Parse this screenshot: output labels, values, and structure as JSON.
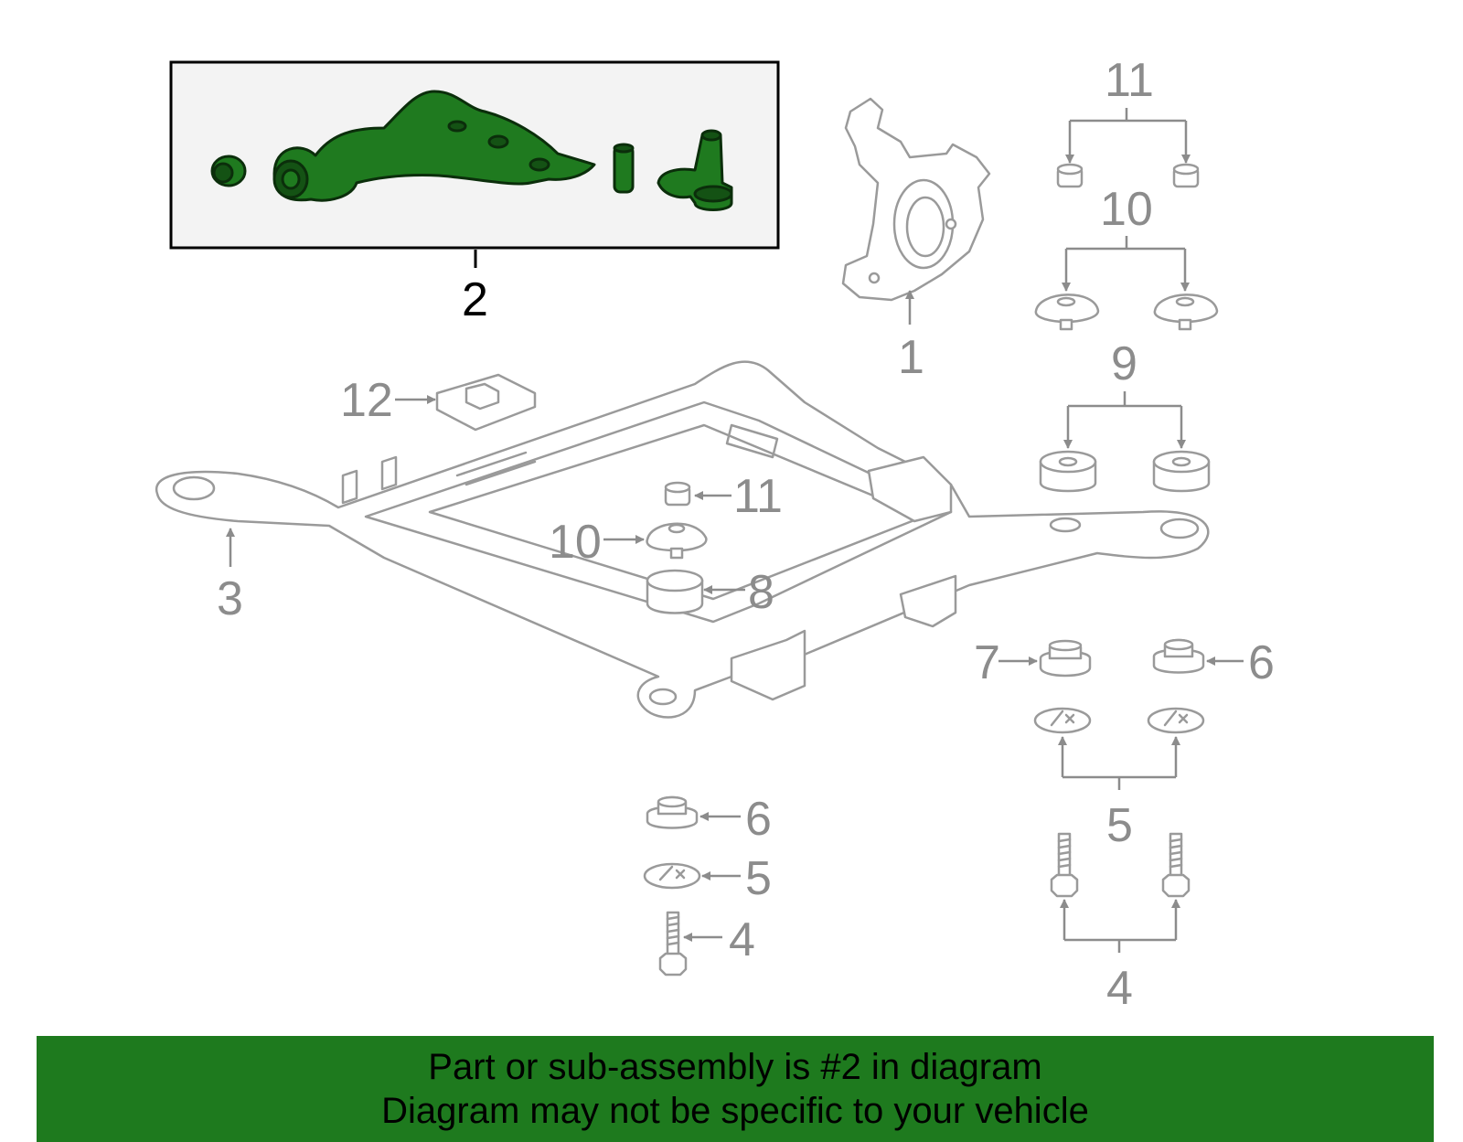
{
  "diagram": {
    "callouts": {
      "knuckle": "1",
      "control_arm": "2",
      "crossmember": "3",
      "bolt_left": "4",
      "bolt_right_group": "4",
      "washer_left": "5",
      "washer_right_group": "5",
      "insulator_left_lower": "6",
      "insulator_right": "6",
      "insulator_7": "7",
      "insulator_8": "8",
      "insulator_9_group": "9",
      "insulator_10_group": "10",
      "insulator_10_center": "10",
      "insulator_11_group": "11",
      "insulator_11_center": "11",
      "nut_12": "12"
    },
    "highlight_color": "#1f7a1f"
  },
  "footer": {
    "line1": "Part or sub-assembly is #2 in diagram",
    "line2": "Diagram may not be specific to your vehicle",
    "background": "#1e7a1e"
  }
}
